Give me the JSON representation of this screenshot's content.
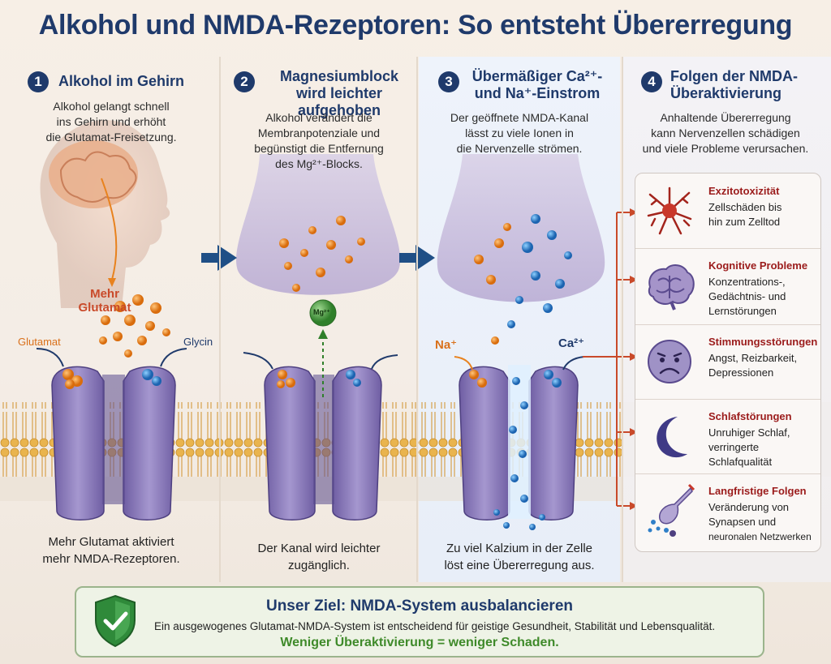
{
  "title": "Alkohol und NMDA-Rezeptoren: So entsteht Übererregung",
  "panels": [
    {
      "number": "1",
      "title_lines": [
        "Alkohol im Gehirn"
      ],
      "desc_lines": [
        "Alkohol gelangt schnell",
        "ins Gehirn und erhöht",
        "die Glutamat-Freisetzung."
      ],
      "labels": {
        "more_glutamate_1": "Mehr",
        "more_glutamate_2": "Glutamat",
        "glutamate": "Glutamat",
        "glycine": "Glycin"
      },
      "bottom_lines": [
        "Mehr Glutamat aktiviert",
        "mehr NMDA-Rezeptoren."
      ]
    },
    {
      "number": "2",
      "title_lines": [
        "Magnesiumblock",
        "wird leichter aufgehoben"
      ],
      "desc_lines": [
        "Alkohol verändert die",
        "Membranpotenziale und",
        "begünstigt die Entfernung",
        "des Mg²⁺-Blocks."
      ],
      "labels": {
        "mg": "Mg²⁺"
      },
      "bottom_lines": [
        "Der Kanal wird leichter",
        "zugänglich."
      ]
    },
    {
      "number": "3",
      "title_lines": [
        "Übermäßiger Ca²⁺-",
        "und Na⁺-Einstrom"
      ],
      "desc_lines": [
        "Der geöffnete NMDA-Kanal",
        "lässt zu viele Ionen in",
        "die Nervenzelle strömen."
      ],
      "labels": {
        "na": "Na⁺",
        "ca": "Ca²⁺"
      },
      "bottom_lines": [
        "Zu viel Kalzium in der Zelle",
        "löst eine Übererregung aus."
      ]
    },
    {
      "number": "4",
      "title_lines": [
        "Folgen der NMDA-",
        "Überaktivierung"
      ],
      "desc_lines": [
        "Anhaltende Übererregung",
        "kann Nervenzellen schädigen",
        "und viele Probleme verursachen."
      ]
    }
  ],
  "consequences": [
    {
      "icon": "neuron-icon",
      "title": "Exzitotoxizität",
      "lines": [
        "Zellschäden bis",
        "hin zum Zelltod"
      ]
    },
    {
      "icon": "brain-icon",
      "title": "Kognitive Probleme",
      "lines": [
        "Konzentrations-,",
        "Gedächtnis- und",
        "Lernstörungen"
      ]
    },
    {
      "icon": "sad-face-icon",
      "title": "Stimmungsstörungen",
      "lines": [
        "Angst, Reizbarkeit,",
        "Depressionen"
      ]
    },
    {
      "icon": "moon-icon",
      "title": "Schlafstörungen",
      "lines": [
        "Unruhiger Schlaf,",
        "verringerte",
        "Schlafqualität"
      ]
    },
    {
      "icon": "synapse-icon",
      "title": "Langfristige Folgen",
      "lines": [
        "Veränderung von",
        "Synapsen und",
        "neuronalen Netzwerken"
      ]
    }
  ],
  "goal": {
    "title": "Unser Ziel: NMDA-System ausbalancieren",
    "text": "Ein ausgewogenes Glutamat-NMDA-System ist entscheidend für geistige Gesundheit, Stabilität und Lebensqualität.",
    "strong": "Weniger Überaktivierung = weniger Schaden.",
    "icon": "shield-check-icon"
  },
  "colors": {
    "navy": "#1f3a6b",
    "receptor": "#8a78b8",
    "glutamate": "#e8821e",
    "glycine": "#2f7fc8",
    "membrane": "#e6b04a",
    "danger": "#9b1b1b",
    "accent_red": "#c94a2a",
    "goal_green": "#3f8a2a"
  }
}
